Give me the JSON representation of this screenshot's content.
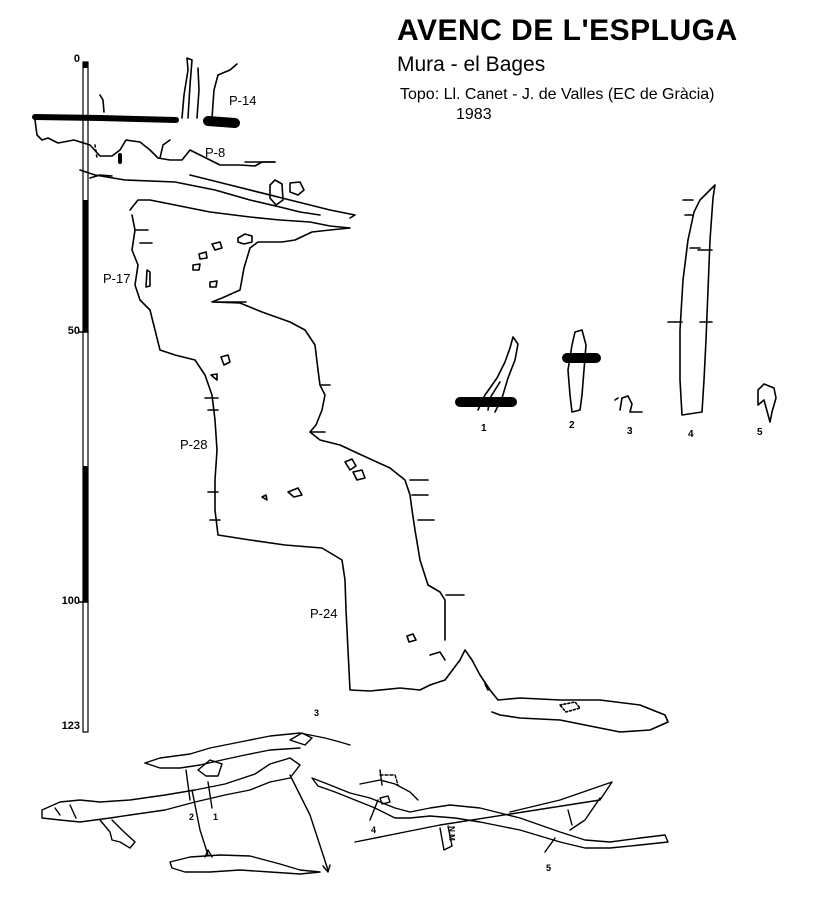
{
  "header": {
    "title": "AVENC DE L'ESPLUGA",
    "subtitle": "Mura - el Bages",
    "credits": "Topo: Ll. Canet - J. de Valles (EC de Gràcia)",
    "year": "1983"
  },
  "scale": {
    "labels": [
      "0",
      "50",
      "100",
      "123"
    ]
  },
  "pitches": [
    "P-14",
    "P-8",
    "P-17",
    "P-28",
    "P-24"
  ],
  "cross_sections": [
    "1",
    "2",
    "3",
    "4",
    "5"
  ],
  "plan_labels": {
    "one": "1",
    "two": "2",
    "three": "3",
    "four": "4",
    "five": "5",
    "north": "N.M"
  }
}
